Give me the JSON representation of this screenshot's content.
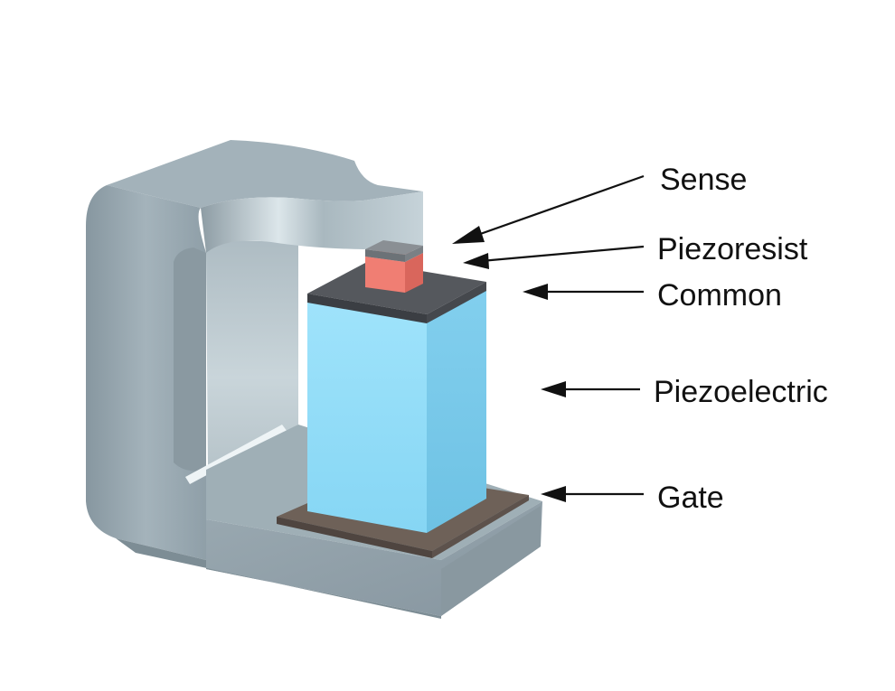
{
  "labels": {
    "sense": "Sense",
    "piezoresist": "Piezoresist",
    "common": "Common",
    "piezoelectric": "Piezoelectric",
    "gate": "Gate"
  },
  "colors": {
    "frame": "#9aaab2",
    "frame_dark": "#7e8e96",
    "frame_light": "#c9d6dc",
    "piezoelectric_block": "#8fdcf7",
    "common_layer": "#4a4d52",
    "piezoresist_pad": "#f07e73",
    "gate_plate": "#6e6158",
    "text": "#111111"
  }
}
